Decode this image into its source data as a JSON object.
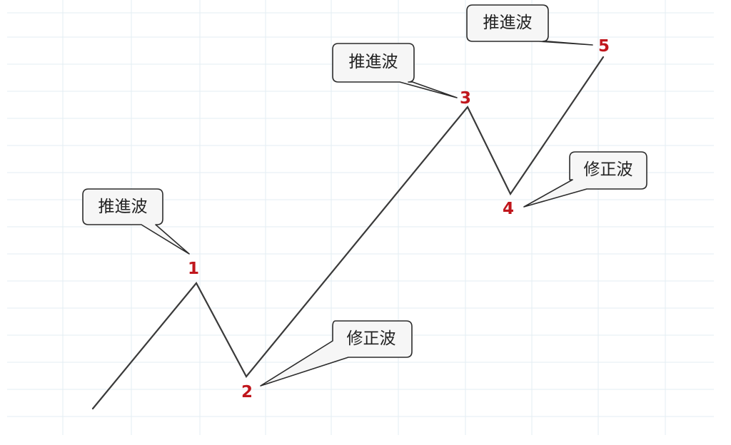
{
  "diagram": {
    "points": [
      {
        "label": "1"
      },
      {
        "label": "2"
      },
      {
        "label": "3"
      },
      {
        "label": "4"
      },
      {
        "label": "5"
      }
    ],
    "callouts": [
      {
        "text": "推進波"
      },
      {
        "text": "修正波"
      },
      {
        "text": "推進波"
      },
      {
        "text": "修正波"
      },
      {
        "text": "推進波"
      }
    ],
    "colors": {
      "label": "#c0161c",
      "line": "#3a3a3a",
      "grid": "#e3edf3"
    }
  }
}
